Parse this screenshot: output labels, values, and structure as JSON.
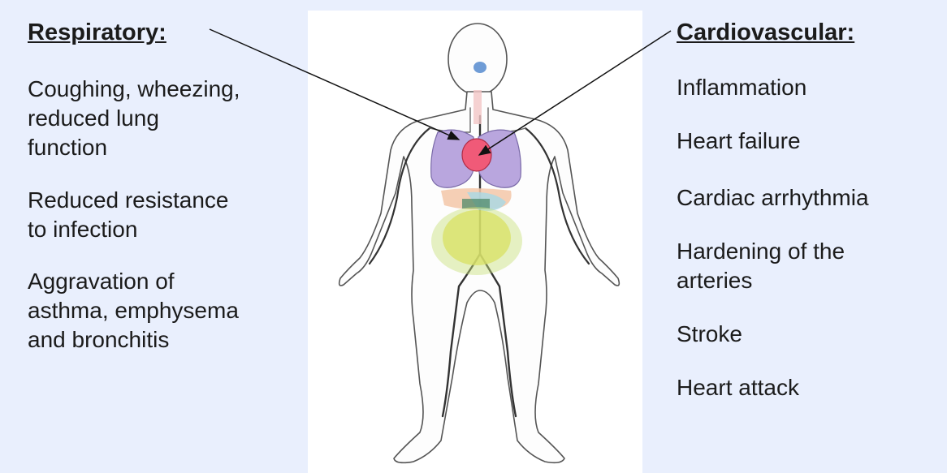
{
  "respiratory": {
    "heading": "Respiratory:",
    "items": [
      "Coughing, wheezing,\nreduced lung\nfunction",
      "Reduced resistance\nto infection",
      "Aggravation of\nasthma, emphysema\nand bronchitis"
    ]
  },
  "cardiovascular": {
    "heading": "Cardiovascular:",
    "items": [
      "Inflammation",
      "Heart failure",
      "Cardiac arrhythmia",
      "Hardening of the\narteries",
      "Stroke",
      "Heart attack"
    ]
  },
  "colors": {
    "background": "#e9effd",
    "lungs": "#b9a6de",
    "heart": "#f05a78",
    "intestines": "#e8e35a",
    "liver": "#f3c7a8"
  }
}
